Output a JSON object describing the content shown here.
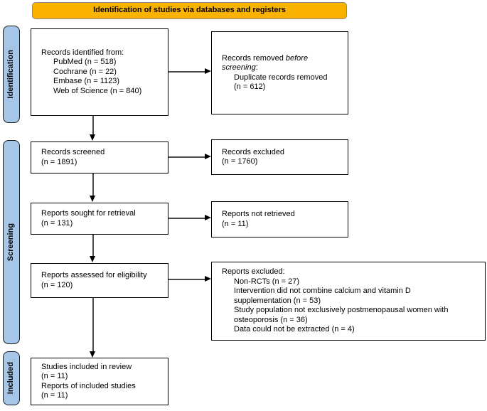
{
  "banner": {
    "label": "Identification of studies via databases and registers"
  },
  "sidebar": {
    "identification": "Identification",
    "screening": "Screening",
    "included": "Included"
  },
  "boxes": {
    "records_identified": {
      "title": "Records identified from:",
      "items": [
        "PubMed (n = 518)",
        "Cochrane (n = 22)",
        "Embase (n = 1123)",
        "Web of Science (n = 840)"
      ]
    },
    "records_removed": {
      "line1_pre": "Records removed ",
      "line1_italic": "before",
      "line2_italic": "screening",
      "line2_post": ":",
      "items": [
        "Duplicate records removed",
        "(n = 612)"
      ]
    },
    "records_screened": {
      "line1": "Records screened",
      "line2": "(n = 1891)"
    },
    "records_excluded": {
      "line1": "Records excluded",
      "line2": "(n = 1760)"
    },
    "reports_sought": {
      "line1": "Reports sought for retrieval",
      "line2": "(n = 131)"
    },
    "reports_not_retrieved": {
      "line1": "Reports not retrieved",
      "line2": "(n = 11)"
    },
    "reports_assessed": {
      "line1": "Reports assessed for eligibility",
      "line2": "(n = 120)"
    },
    "reports_excluded_reasons": {
      "title": "Reports excluded:",
      "items": [
        "Non-RCTs (n = 27)",
        "Intervention did not combine calcium and vitamin D",
        "supplementation (n = 53)",
        "Study population not exclusively postmenopausal women with",
        "osteoporosis (n = 36)",
        "Data could not be extracted (n = 4)"
      ]
    },
    "included_studies": {
      "line1": "Studies included in review",
      "line2": "(n = 11)",
      "line3": "Reports of included studies",
      "line4": "(n = 11)"
    }
  },
  "colors": {
    "banner_bg": "#F9B200",
    "sidebar_bg": "#A6C6E7",
    "box_border": "#000000",
    "arrow_line": "#4a4a4a"
  }
}
